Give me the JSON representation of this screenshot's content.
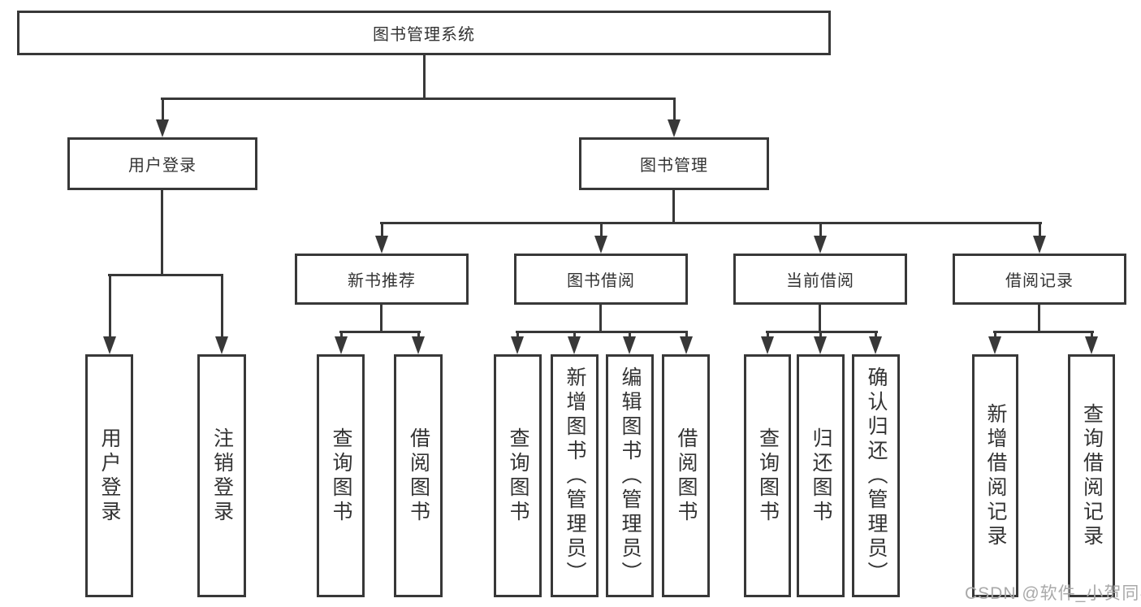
{
  "diagram": {
    "title": "图书管理系统",
    "branches": [
      {
        "label": "用户登录",
        "leaves": [
          "用户登录",
          "注销登录"
        ]
      },
      {
        "label": "图书管理",
        "groups": [
          {
            "label": "新书推荐",
            "leaves": [
              "查询图书",
              "借阅图书"
            ]
          },
          {
            "label": "图书借阅",
            "leaves": [
              "查询图书",
              "新增图书（管理员）",
              "编辑图书（管理员）",
              "借阅图书"
            ]
          },
          {
            "label": "当前借阅",
            "leaves": [
              "查询图书",
              "归还图书",
              "确认归还（管理员）"
            ]
          },
          {
            "label": "借阅记录",
            "leaves": [
              "新增借阅记录",
              "查询借阅记录"
            ]
          }
        ]
      }
    ]
  },
  "watermark": {
    "text": "CSDN @软件_小贺同学"
  },
  "colors": {
    "line": "#383838",
    "text": "#333333",
    "watermark_text": "#a9a9a9",
    "background": "#ffffff"
  }
}
